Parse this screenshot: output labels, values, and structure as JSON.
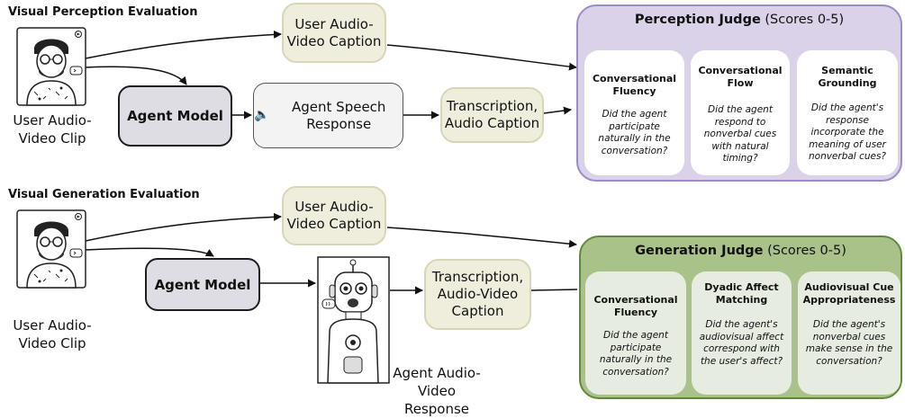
{
  "perception": {
    "section_title": "Visual Perception Evaluation",
    "clip_label": "User Audio-Video Clip",
    "caption_box": "User Audio-Video Caption",
    "agent_model": "Agent Model",
    "speech_response": "Agent Speech Response",
    "transcription": "Transcription, Audio Caption",
    "judge": {
      "title_bold": "Perception Judge",
      "title_rest": "(Scores 0-5)",
      "cards": [
        {
          "title": "Conversational Fluency",
          "question": "Did the agent participate naturally in the conversation?"
        },
        {
          "title": "Conversational Flow",
          "question": "Did the agent respond to nonverbal cues with natural timing?"
        },
        {
          "title": "Semantic Grounding",
          "question": "Did the agent's response incorporate the meaning of user nonverbal cues?"
        }
      ]
    }
  },
  "generation": {
    "section_title": "Visual Generation Evaluation",
    "clip_label": "User Audio-Video Clip",
    "caption_box": "User Audio-Video Caption",
    "agent_model": "Agent Model",
    "response_label": "Agent Audio-Video Response",
    "transcription": "Transcription, Audio-Video Caption",
    "judge": {
      "title_bold": "Generation Judge",
      "title_rest": "(Scores 0-5)",
      "cards": [
        {
          "title": "Conversational Fluency",
          "question": "Did the agent participate naturally in the conversation?"
        },
        {
          "title": "Dyadic Affect Matching",
          "question": "Did the agent's audiovisual affect correspond with the user's affect?"
        },
        {
          "title": "Audiovisual Cue Appropriateness",
          "question": "Did the agent's nonverbal cues make sense in the conversation?"
        }
      ]
    }
  },
  "colors": {
    "perception_judge_fill": "#d9d2e9",
    "perception_judge_border": "#9c8bc7",
    "generation_judge_fill": "#a9c28a",
    "generation_judge_border": "#5f8a3a",
    "caption_fill": "#efeedd",
    "agent_fill": "#dddde3"
  }
}
